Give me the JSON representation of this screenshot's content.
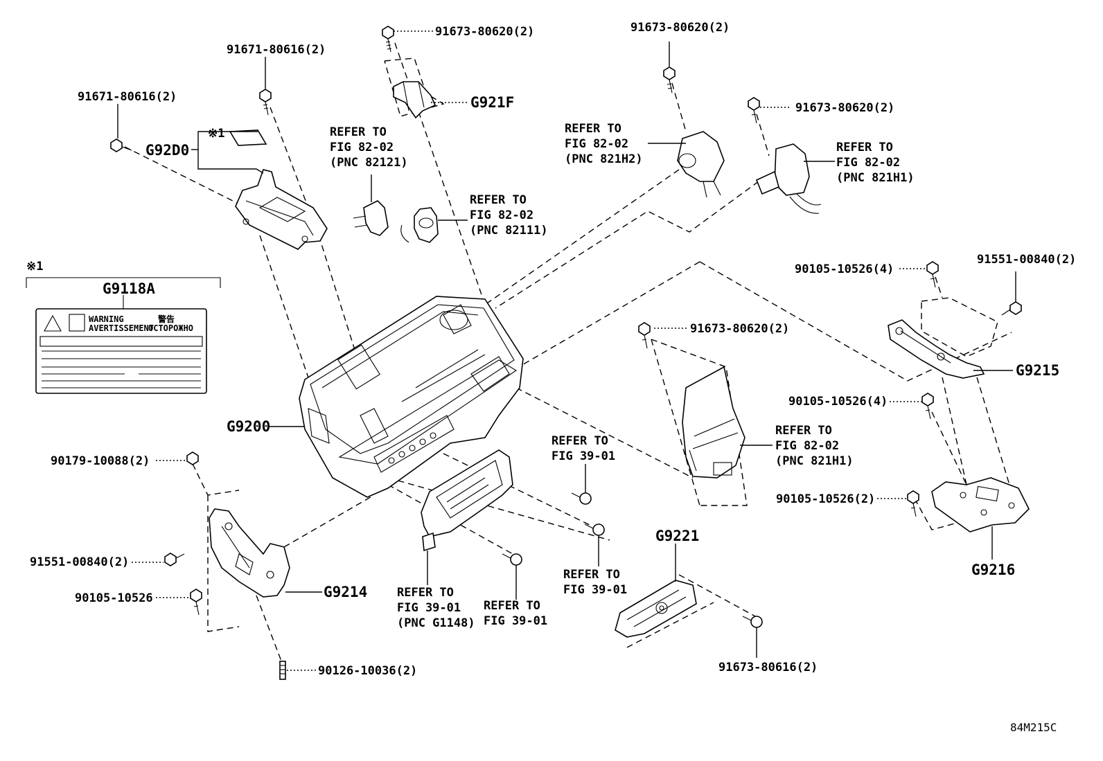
{
  "labels": {
    "g92d0_bolt": "91671-80616(2)",
    "g92d0_bolt_left": "91671-80616(2)",
    "g921f_bolt": "91673-80620(2)",
    "sensor_h2_bolt": "91673-80620(2)",
    "sensor_h1_bolt": "91673-80620(2)",
    "g9215_bolt_a": "90105-10526(4)",
    "g9215_bolt_b": "91551-00840(2)",
    "ecu_bolt": "91673-80620(2)",
    "g9216_bolt_a": "90105-10526(4)",
    "g9216_bolt_b": "90105-10526(2)",
    "g9214_bolt_a": "90179-10088(2)",
    "g9214_bolt_b": "91551-00840(2)",
    "g9214_bolt_c": "90105-10526",
    "g9214_stud": "90126-10036(2)",
    "g9221_bolt": "91673-80616(2)"
  },
  "parts": {
    "g92d0": "G92D0",
    "g921f": "G921F",
    "g9118a": "G9118A",
    "g9200": "G9200",
    "g9215": "G9215",
    "g9216": "G9216",
    "g9214": "G9214",
    "g9221": "G9221"
  },
  "notes": {
    "mark1": "※1",
    "mark1_label": "※1",
    "refer_82121": [
      "REFER TO",
      "FIG 82-02",
      "(PNC 82121)"
    ],
    "refer_82111": [
      "REFER TO",
      "FIG 82-02",
      "(PNC 82111)"
    ],
    "refer_821h2": [
      "REFER TO",
      "FIG 82-02",
      "(PNC 821H2)"
    ],
    "refer_821h1_top": [
      "REFER TO",
      "FIG 82-02",
      "(PNC 821H1)"
    ],
    "refer_821h1_ecu": [
      "REFER TO",
      "FIG 82-02",
      "(PNC 821H1)"
    ],
    "refer_39_a": [
      "REFER TO",
      "FIG 39-01"
    ],
    "refer_39_b": [
      "REFER TO",
      "FIG 39-01"
    ],
    "refer_39_g1148": [
      "REFER TO",
      "FIG 39-01",
      "(PNC G1148)"
    ],
    "refer_39_c": [
      "REFER TO",
      "FIG 39-01"
    ]
  },
  "warning_label": {
    "warning": "WARNING",
    "avertissement": "AVERTISSEMENT",
    "kanji": "警告",
    "russian": "ОСТОРОЖНО"
  },
  "figure_code": "84M215C"
}
